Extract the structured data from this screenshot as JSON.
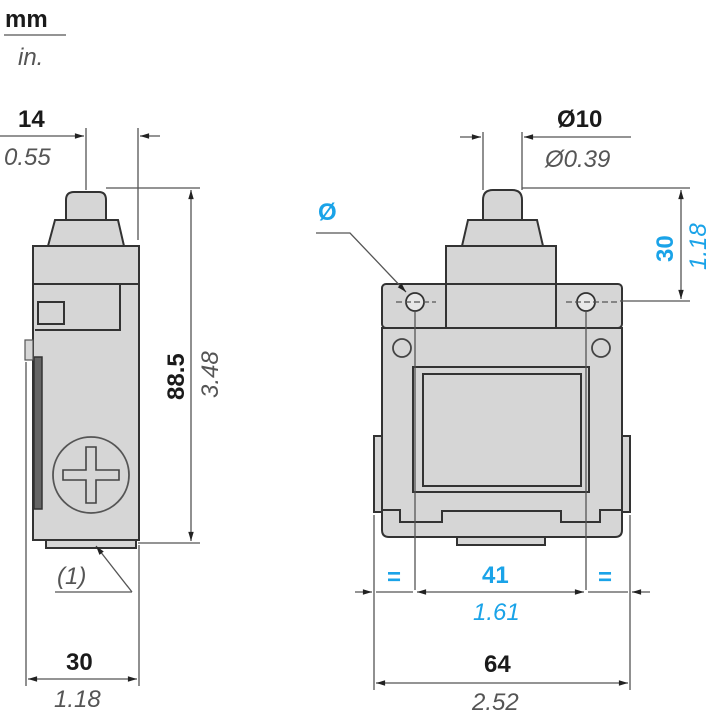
{
  "legend": {
    "unit_primary": "mm",
    "unit_secondary": "in."
  },
  "colors": {
    "part_fill": "#d6d6d6",
    "outline": "#333333",
    "dimension_black": "#1a1a1a",
    "dimension_blue": "#1aa3e8"
  },
  "side_view": {
    "plunger_width": {
      "mm": "14",
      "in": "0.55"
    },
    "height": {
      "mm": "88.5",
      "in": "3.48"
    },
    "width": {
      "mm": "30",
      "in": "1.18"
    },
    "note": "(1)"
  },
  "front_view": {
    "plunger_diameter": {
      "mm": "Ø10",
      "in": "Ø0.39"
    },
    "hole_label": "Ø",
    "plunger_height": {
      "mm": "30",
      "in": "1.18"
    },
    "hole_spacing": {
      "mm": "41",
      "in": "1.61"
    },
    "equal_left": "=",
    "equal_right": "=",
    "overall_width": {
      "mm": "64",
      "in": "2.52"
    }
  }
}
